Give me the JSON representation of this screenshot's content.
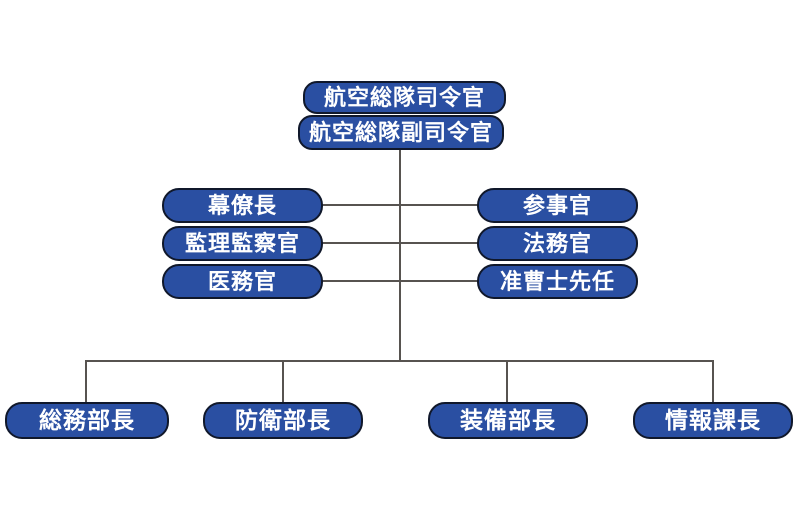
{
  "org_chart": {
    "top": {
      "commander": "航空総隊司令官",
      "vice_commander": "航空総隊副司令官"
    },
    "staff_left": [
      "幕僚長",
      "監理監察官",
      "医務官"
    ],
    "staff_right": [
      "参事官",
      "法務官",
      "准曹士先任"
    ],
    "departments": [
      "総務部長",
      "防衛部長",
      "装備部長",
      "情報課長"
    ],
    "colors": {
      "box_fill": "#2a4fa2",
      "box_border": "#10182b",
      "line": "#575350",
      "text": "#ffffff",
      "background": "#ffffff"
    }
  }
}
